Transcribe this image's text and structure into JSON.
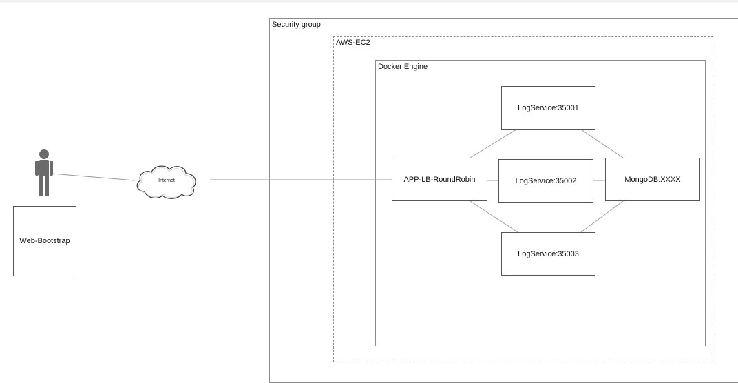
{
  "diagram": {
    "groups": {
      "security_group": "Security group",
      "aws_ec2": "AWS-EC2",
      "docker_engine": "Docker Engine"
    },
    "client": {
      "icon": "person-icon",
      "label": "Web-Bootstrap"
    },
    "network": {
      "icon": "cloud-icon",
      "label": "Internet"
    },
    "load_balancer": {
      "label": "APP-LB-RoundRobin"
    },
    "services": [
      {
        "label": "LogService:35001"
      },
      {
        "label": "LogService:35002"
      },
      {
        "label": "LogService:35003"
      }
    ],
    "database": {
      "label": "MongoDB:XXXX"
    },
    "colors": {
      "line": "#999999",
      "box_border": "#555555",
      "group_border": "#8c8c8c",
      "person": "#6b6b6b"
    }
  }
}
